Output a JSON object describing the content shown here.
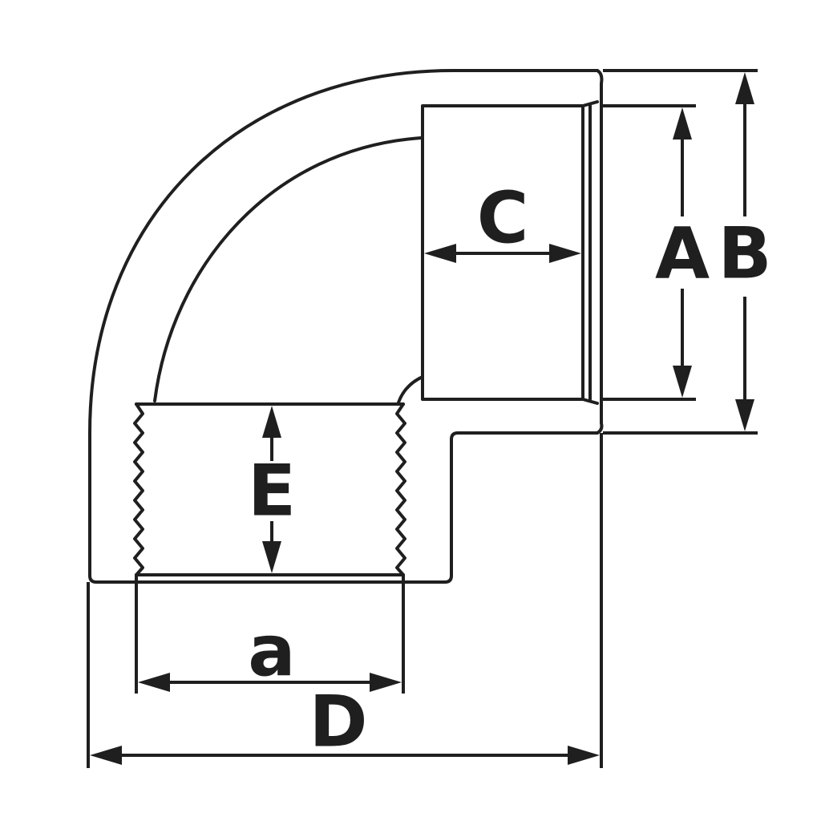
{
  "labels": {
    "A": "A",
    "B": "B",
    "C": "C",
    "D": "D",
    "E": "E",
    "a": "a"
  },
  "colors": {
    "stroke": "#1f1f1f",
    "background": "#ffffff"
  }
}
